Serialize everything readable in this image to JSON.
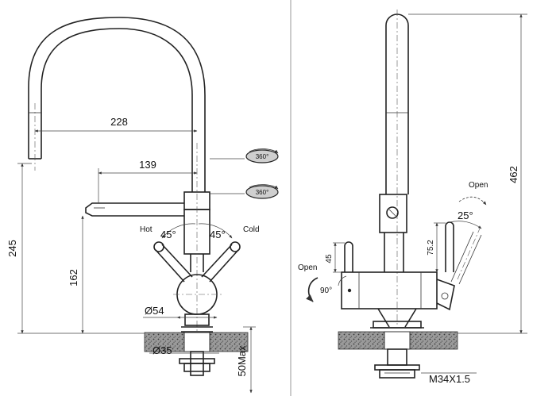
{
  "front_view": {
    "dim_228": "228",
    "dim_139": "139",
    "dim_245": "245",
    "dim_162": "162",
    "dia_54": "Ø54",
    "dia_35": "Ø35",
    "max_50": "50Max",
    "hot": "Hot",
    "cold": "Cold",
    "angle_left": "45°",
    "angle_right": "45°",
    "rotation_top": "360°",
    "rotation_bottom": "360°"
  },
  "side_view": {
    "dim_462": "462",
    "dim_45": "45",
    "dim_75_2": "75.2",
    "open_left": "Open",
    "angle_90": "90°",
    "open_right": "Open",
    "angle_25": "25°",
    "thread": "M34X1.5"
  }
}
